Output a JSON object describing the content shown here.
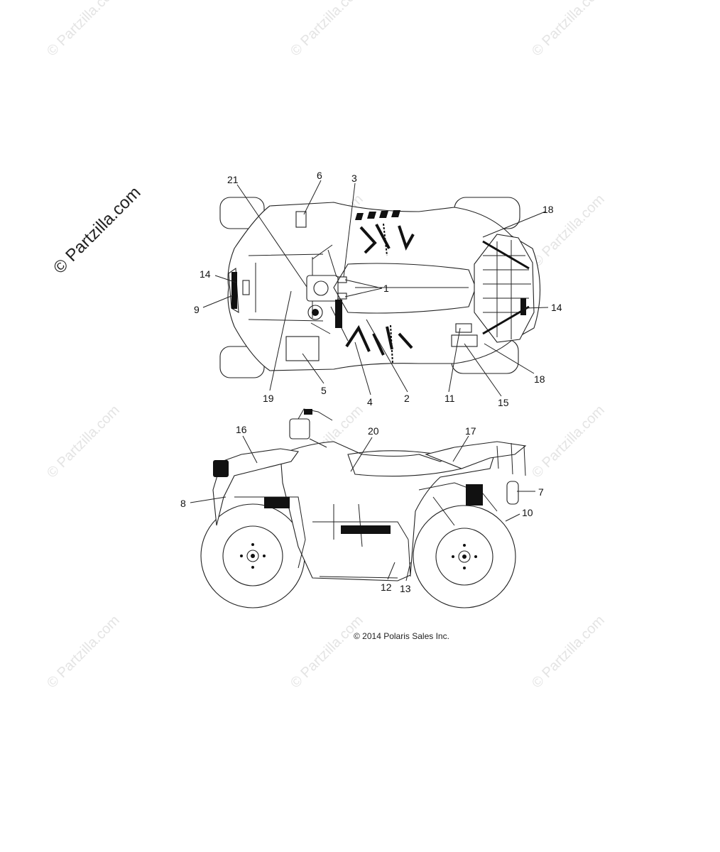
{
  "watermark_text": "© Partzilla.com",
  "brand_watermark": "© Partzilla.com",
  "copyright": "© 2014 Polaris Sales Inc.",
  "top_view_callouts": [
    "21",
    "6",
    "3",
    "18",
    "14",
    "9",
    "1",
    "14",
    "19",
    "5",
    "4",
    "2",
    "11",
    "15",
    "18"
  ],
  "side_view_callouts": [
    "16",
    "20",
    "17",
    "8",
    "7",
    "10",
    "12",
    "13"
  ]
}
